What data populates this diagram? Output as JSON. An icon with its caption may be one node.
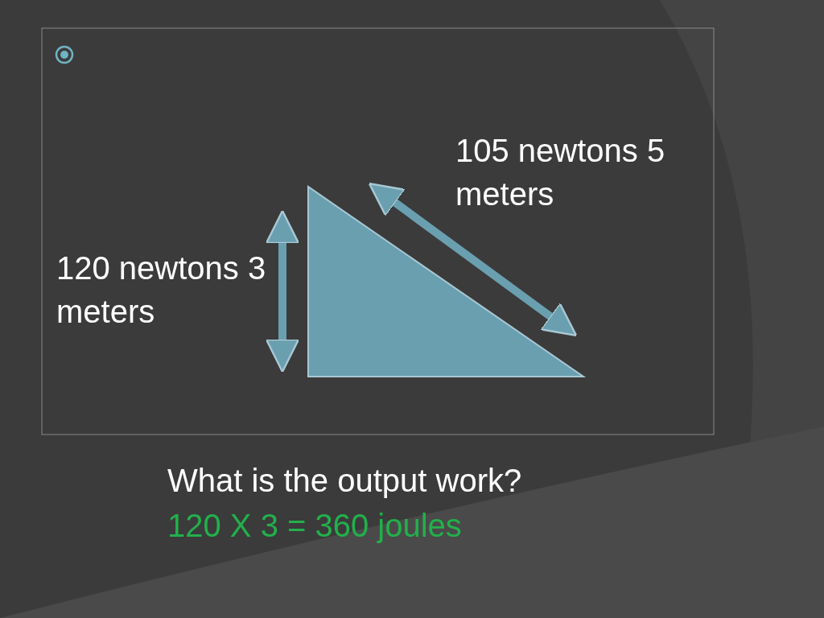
{
  "diagram": {
    "labels": [
      "105 newtons 5 meters",
      "120 newtons 3 meters",
      "What is the output work?",
      "120 X 3 = 360 joules"
    ]
  }
}
